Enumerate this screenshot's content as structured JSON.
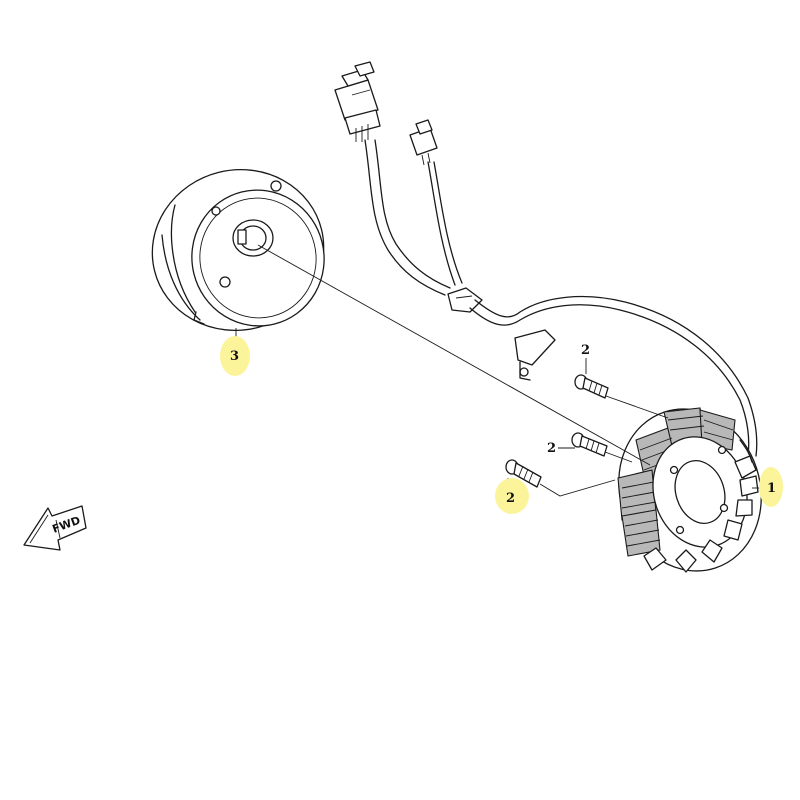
{
  "callouts": [
    {
      "id": "1",
      "label": "1",
      "part": "stator",
      "highlighted": true
    },
    {
      "id": "2a",
      "label": "2",
      "part": "bolt",
      "highlighted": false
    },
    {
      "id": "2b",
      "label": "2",
      "part": "bolt",
      "highlighted": false
    },
    {
      "id": "2c",
      "label": "2",
      "part": "bolt",
      "highlighted": true
    },
    {
      "id": "3",
      "label": "3",
      "part": "flywheel",
      "highlighted": true
    }
  ],
  "direction_marker": {
    "label": "FWD",
    "icon": "forward-arrow-icon"
  },
  "colors": {
    "highlight": "#fbf49a",
    "line": "#1a1a1a",
    "background": "#ffffff"
  }
}
